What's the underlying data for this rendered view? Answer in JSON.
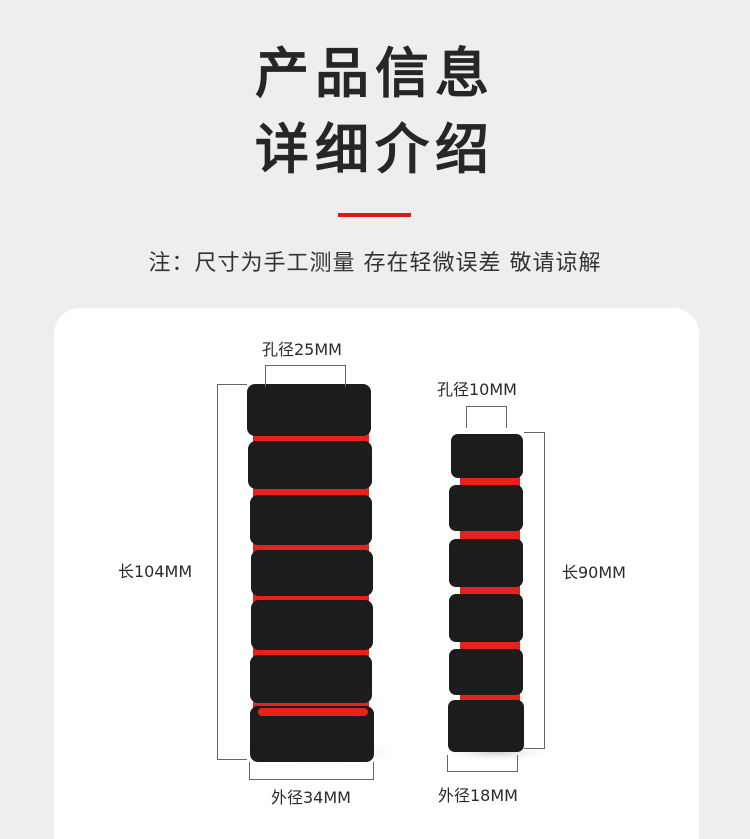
{
  "heading": {
    "line1": "产品信息",
    "line2": "详细介绍",
    "note": "注：尺寸为手工测量 存在轻微误差 敬请谅解"
  },
  "colors": {
    "background": "#eeeeee",
    "card": "#ffffff",
    "accent": "#d9191c",
    "foam_black": "#1c1c1c",
    "foam_red": "#e8211d"
  },
  "products": {
    "large": {
      "hole": "孔径25MM",
      "length": "长104MM",
      "outer": "外径34MM"
    },
    "small": {
      "hole": "孔径10MM",
      "length": "长90MM",
      "outer": "外径18MM"
    }
  }
}
